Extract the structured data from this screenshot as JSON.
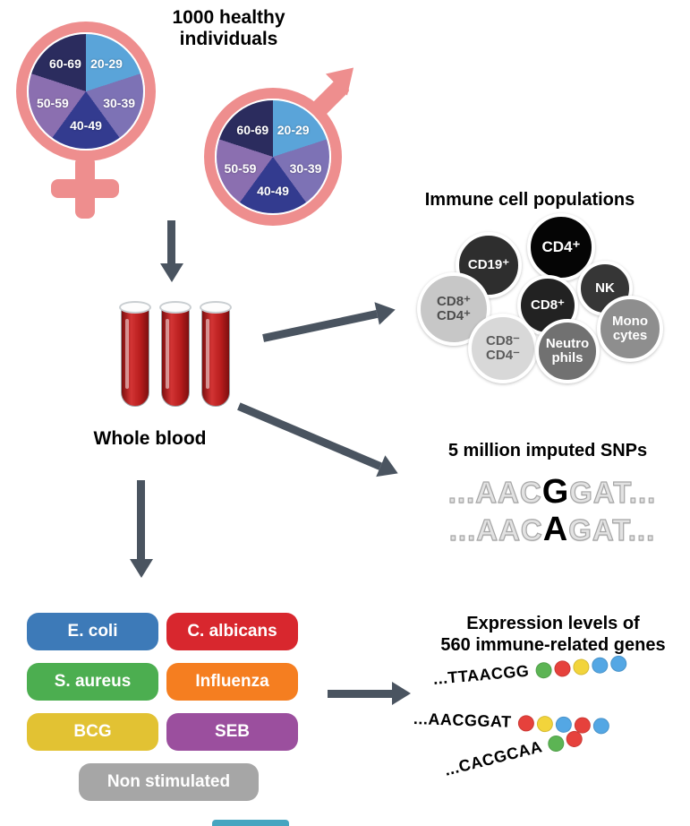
{
  "cohort": {
    "title_line1": "1000 healthy",
    "title_line2": "individuals",
    "age_groups": [
      "20-29",
      "30-39",
      "40-49",
      "50-59",
      "60-69"
    ],
    "pie_slice_colors": [
      "#5aa4d9",
      "#7d72b5",
      "#333b8f",
      "#8b6fb0",
      "#2b2c5e"
    ]
  },
  "blood": {
    "label": "Whole blood"
  },
  "immune": {
    "title": "Immune cell populations",
    "cells": [
      {
        "label": "CD19⁺",
        "bg": "#2e2e2e",
        "fg": "#ffffff"
      },
      {
        "label": "CD4⁺",
        "bg": "#050505",
        "fg": "#ffffff"
      },
      {
        "label": "NK",
        "bg": "#363636",
        "fg": "#ffffff"
      },
      {
        "label": "CD8⁺ CD4⁺",
        "bg": "#c7c7c7",
        "fg": "#4d4d4d"
      },
      {
        "label": "CD8⁺",
        "bg": "#222222",
        "fg": "#ffffff"
      },
      {
        "label": "Mono cytes",
        "bg": "#8e8e8e",
        "fg": "#ffffff"
      },
      {
        "label": "CD8⁻ CD4⁻",
        "bg": "#d8d8d8",
        "fg": "#5c5c5c"
      },
      {
        "label": "Neutro phils",
        "bg": "#717171",
        "fg": "#ffffff"
      }
    ]
  },
  "snps": {
    "title": "5 million imputed SNPs",
    "sequences": [
      {
        "pre": "...AAC",
        "variant": "G",
        "post": "GAT..."
      },
      {
        "pre": "...AAC",
        "variant": "A",
        "post": "GAT..."
      }
    ]
  },
  "stimuli": {
    "items": [
      {
        "label": "E. coli",
        "color": "#3d7ab8"
      },
      {
        "label": "C. albicans",
        "color": "#d8272e"
      },
      {
        "label": "S. aureus",
        "color": "#4cae50"
      },
      {
        "label": "Influenza",
        "color": "#f57e20"
      },
      {
        "label": "BCG",
        "color": "#e2c233"
      },
      {
        "label": "SEB",
        "color": "#9b4f9e"
      },
      {
        "label": "Non stimulated",
        "color": "#a6a6a6"
      }
    ]
  },
  "expression": {
    "title_line1": "Expression levels of",
    "title_line2": "560 immune-related genes",
    "rows": [
      {
        "seq": "...TTAACGG",
        "dots": [
          "#5cb454",
          "#e6413c",
          "#f2d43b",
          "#54a7e4",
          "#54a7e4"
        ]
      },
      {
        "seq": "...AACGGAT",
        "dots": [
          "#e6413c",
          "#f2d43b",
          "#54a7e4",
          "#e6413c",
          "#54a7e4"
        ]
      },
      {
        "seq": "...CACGCAA",
        "dots": [
          "#5cb454",
          "#e6413c"
        ]
      }
    ]
  },
  "colors": {
    "symbol_pink": "#ee8e8e",
    "arrow_gray": "#4a5460",
    "blood_red": "#b71c1c"
  }
}
